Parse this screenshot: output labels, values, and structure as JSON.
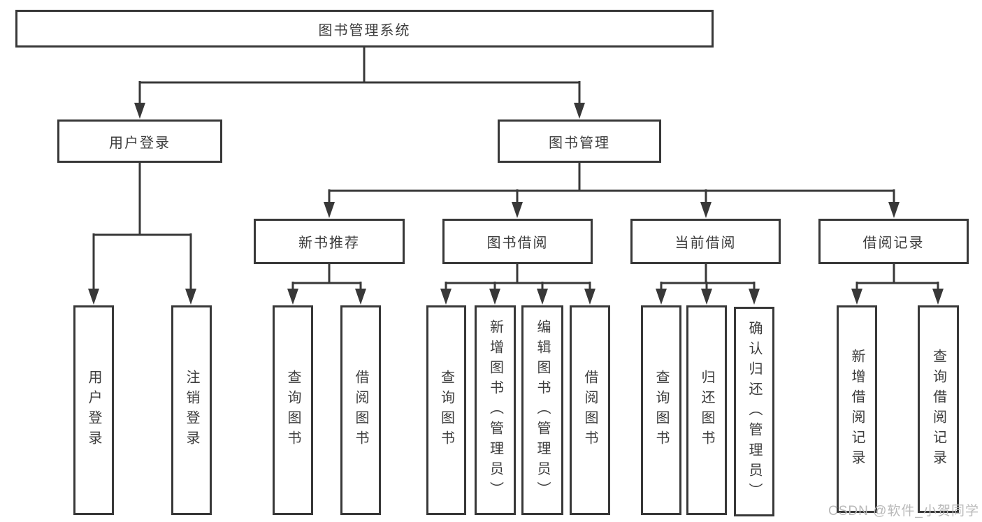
{
  "tree": {
    "root": "图书管理系统",
    "user_login": {
      "label": "用户登录",
      "leaves": [
        "用户登录",
        "注销登录"
      ]
    },
    "book_mgmt": {
      "label": "图书管理",
      "groups": [
        {
          "label": "新书推荐",
          "leaves": [
            "查询图书",
            "借阅图书"
          ]
        },
        {
          "label": "图书借阅",
          "leaves": [
            "查询图书",
            "新增图书（管理员）",
            "编辑图书（管理员）",
            "借阅图书"
          ]
        },
        {
          "label": "当前借阅",
          "leaves": [
            "查询图书",
            "归还图书",
            "确认归还（管理员）"
          ]
        },
        {
          "label": "借阅记录",
          "leaves": [
            "新增借阅记录",
            "查询借阅记录"
          ]
        }
      ]
    }
  },
  "watermark": "CSDN @软件_小贺同学",
  "colors": {
    "line": "#383838",
    "text": "#3d3d3d",
    "watermark": "#b9b9b9"
  }
}
